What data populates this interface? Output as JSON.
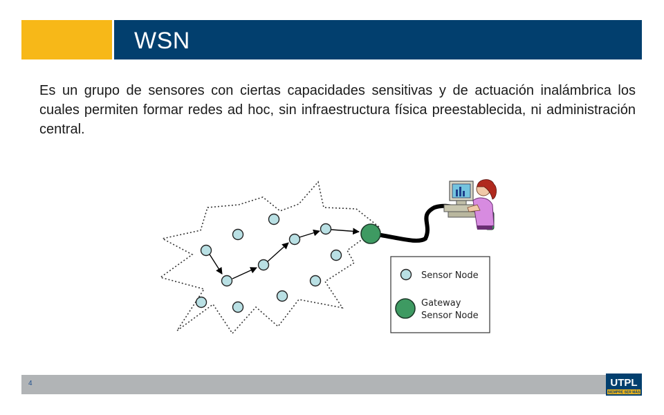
{
  "header": {
    "title": "WSN"
  },
  "body": {
    "text": "Es un grupo de sensores con ciertas capacidades sensitivas y de actuación inalámbrica los cuales permiten formar redes ad hoc, sin infraestructura física preestablecida, ni administración central."
  },
  "diagram": {
    "legend": {
      "sensor_label": "Sensor Node",
      "gateway_label_line1": "Gateway",
      "gateway_label_line2": "Sensor Node"
    }
  },
  "footer": {
    "page_number": "4",
    "logo_text": "UTPL",
    "logo_tagline": "SIEMPRE SER MÁS"
  },
  "colors": {
    "header_accent": "#f7b818",
    "header_bar": "#023f6e",
    "footer_bar": "#b1b4b6",
    "sensor_node": "#b9e0e4",
    "gateway_node": "#3e9a62"
  }
}
